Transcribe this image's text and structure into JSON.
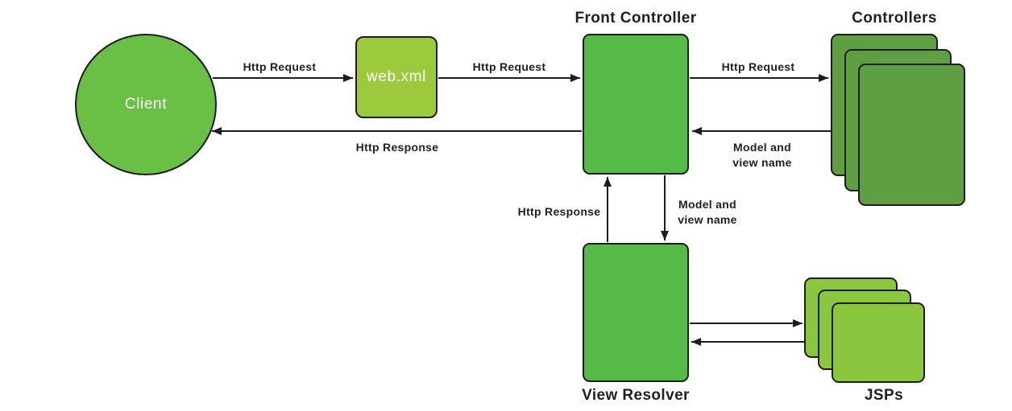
{
  "colors": {
    "background": "#ffffff",
    "stroke": "#1d1d20",
    "text": "#231f20",
    "client_green": "#6abf45",
    "webxml_green": "#9dca3c",
    "main_green": "#56ba47",
    "controllers_green": "#5f9e43",
    "jsp_green": "#8bc63f"
  },
  "nodes": {
    "client": {
      "label": "Client"
    },
    "webxml": {
      "label": "web.xml"
    },
    "front_controller": {
      "title": "Front Controller"
    },
    "controllers": {
      "title": "Controllers"
    },
    "view_resolver": {
      "title": "View Resolver"
    },
    "jsps": {
      "title": "JSPs"
    }
  },
  "edges": {
    "client_to_webxml": {
      "label": "Http Request"
    },
    "webxml_to_front_controller": {
      "label": "Http Request"
    },
    "front_controller_to_controllers": {
      "label": "Http Request"
    },
    "controllers_to_front_controller": {
      "line1": "Model and",
      "line2": "view name"
    },
    "front_controller_to_client": {
      "label": "Http Response"
    },
    "view_resolver_to_front_controller": {
      "label": "Http Response"
    },
    "front_controller_to_view_resolver": {
      "line1": "Model and",
      "line2": "view name"
    }
  }
}
